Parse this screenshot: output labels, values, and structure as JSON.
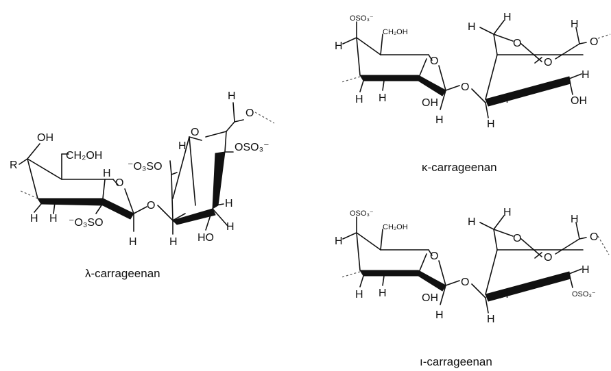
{
  "structures": {
    "lambda": {
      "caption": "λ-carrageenan",
      "labels": {
        "oh_top": "OH",
        "r": "R",
        "ch2oh": "CH₂OH",
        "h_a": "H",
        "o_ring1": "O",
        "o3so_left": "⁻O₃SO",
        "h_b": "H",
        "h_c": "H",
        "h_d": "H",
        "o_link": "O",
        "o3so_right": "⁻O₃SO",
        "h_e": "H",
        "o_ring2": "O",
        "h_f": "H",
        "oso3": "OSO₃⁻",
        "o_end": "O",
        "h_g": "H",
        "h_h": "H",
        "oh_bottom": "HO",
        "h_i": "H"
      }
    },
    "kappa": {
      "caption": "κ-carrageenan",
      "labels": {
        "oso3_top": "OSO₃⁻",
        "ch2oh": "CH₂OH",
        "h_a": "H",
        "o_ring1": "O",
        "h_b": "H",
        "h_c": "H",
        "oh": "OH",
        "h_d": "H",
        "o_link": "O",
        "h_e": "H",
        "o_bridge": "O",
        "h_f": "H",
        "o_ring2": "O",
        "h_g": "H",
        "o_end": "O",
        "h_h": "H",
        "oh_right": "OH",
        "h_i": "H",
        "h_j": "H"
      }
    },
    "iota": {
      "caption": "ı-carrageenan",
      "labels": {
        "oso3_top": "OSO₃⁻",
        "ch2oh": "CH₂OH",
        "h_a": "H",
        "o_ring1": "O",
        "h_b": "H",
        "h_c": "H",
        "oh": "OH",
        "h_d": "H",
        "o_link": "O",
        "h_e": "H",
        "o_bridge": "O",
        "h_f": "H",
        "o_ring2": "O",
        "h_g": "H",
        "o_end": "O",
        "h_h": "H",
        "oso3_right": "OSO₃⁻",
        "h_i": "H",
        "h_j": "H"
      }
    }
  }
}
